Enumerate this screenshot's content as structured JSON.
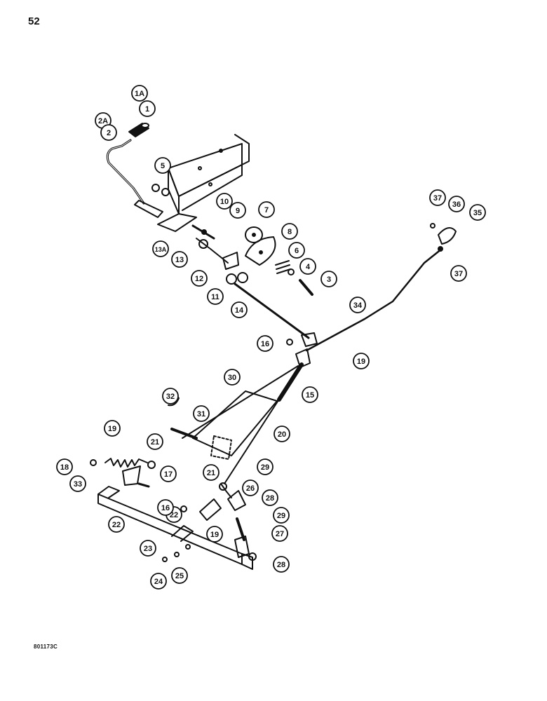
{
  "page_number": "52",
  "figure_code": "801173C",
  "callouts": [
    "1A",
    "1",
    "2A",
    "2",
    "5",
    "10",
    "9",
    "7",
    "8",
    "6",
    "4",
    "3",
    "13A",
    "13",
    "12",
    "11",
    "14",
    "37",
    "36",
    "35",
    "37",
    "34",
    "16",
    "19",
    "30",
    "15",
    "32",
    "31",
    "20",
    "19",
    "21",
    "18",
    "33",
    "17",
    "22",
    "21",
    "29",
    "26",
    "22",
    "16",
    "28",
    "29",
    "27",
    "19",
    "23",
    "28",
    "24",
    "25"
  ]
}
